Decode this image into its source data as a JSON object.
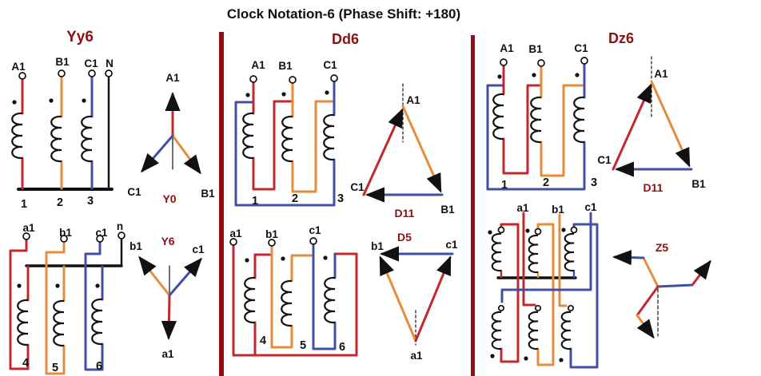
{
  "title": "Clock Notation-6 (Phase Shift: +180)",
  "colors": {
    "phase_a_red": "#c2282e",
    "phase_b_orange": "#e68c3a",
    "phase_c_blue": "#4050a8",
    "neutral_black": "#111111",
    "accent_dark_red": "#8e1010",
    "background": "#ffffff"
  },
  "yy6": {
    "header": "Yy6",
    "primary": {
      "t1": "A1",
      "t2": "B1",
      "t3": "C1",
      "t4": "N",
      "n1": "1",
      "n2": "2",
      "n3": "3"
    },
    "phasor1": {
      "label": "Y0",
      "a": "A1",
      "b": "B1",
      "c": "C1"
    },
    "secondary": {
      "t1": "a1",
      "t2": "b1",
      "t3": "c1",
      "t4": "n",
      "n1": "4",
      "n2": "5",
      "n3": "6"
    },
    "phasor2": {
      "label": "Y6",
      "a": "a1",
      "b": "b1",
      "c": "c1"
    }
  },
  "dd6": {
    "header": "Dd6",
    "primary": {
      "t1": "A1",
      "t2": "B1",
      "t3": "C1",
      "n1": "1",
      "n2": "2",
      "n3": "3"
    },
    "phasor1": {
      "label": "D11",
      "a": "A1",
      "b": "B1",
      "c": "C1"
    },
    "secondary": {
      "t1": "a1",
      "t2": "b1",
      "t3": "c1",
      "n1": "4",
      "n2": "5",
      "n3": "6"
    },
    "phasor2": {
      "label": "D5",
      "a": "a1",
      "b": "b1",
      "c": "c1"
    }
  },
  "dz6": {
    "header": "Dz6",
    "primary": {
      "t1": "A1",
      "t2": "B1",
      "t3": "C1",
      "n1": "1",
      "n2": "2",
      "n3": "3"
    },
    "phasor1": {
      "label": "D11",
      "a": "A1",
      "b": "B1",
      "c": "C1"
    },
    "secondary": {
      "t1": "a1",
      "t2": "b1",
      "t3": "c1"
    },
    "phasor2": {
      "label": "Z5"
    }
  }
}
